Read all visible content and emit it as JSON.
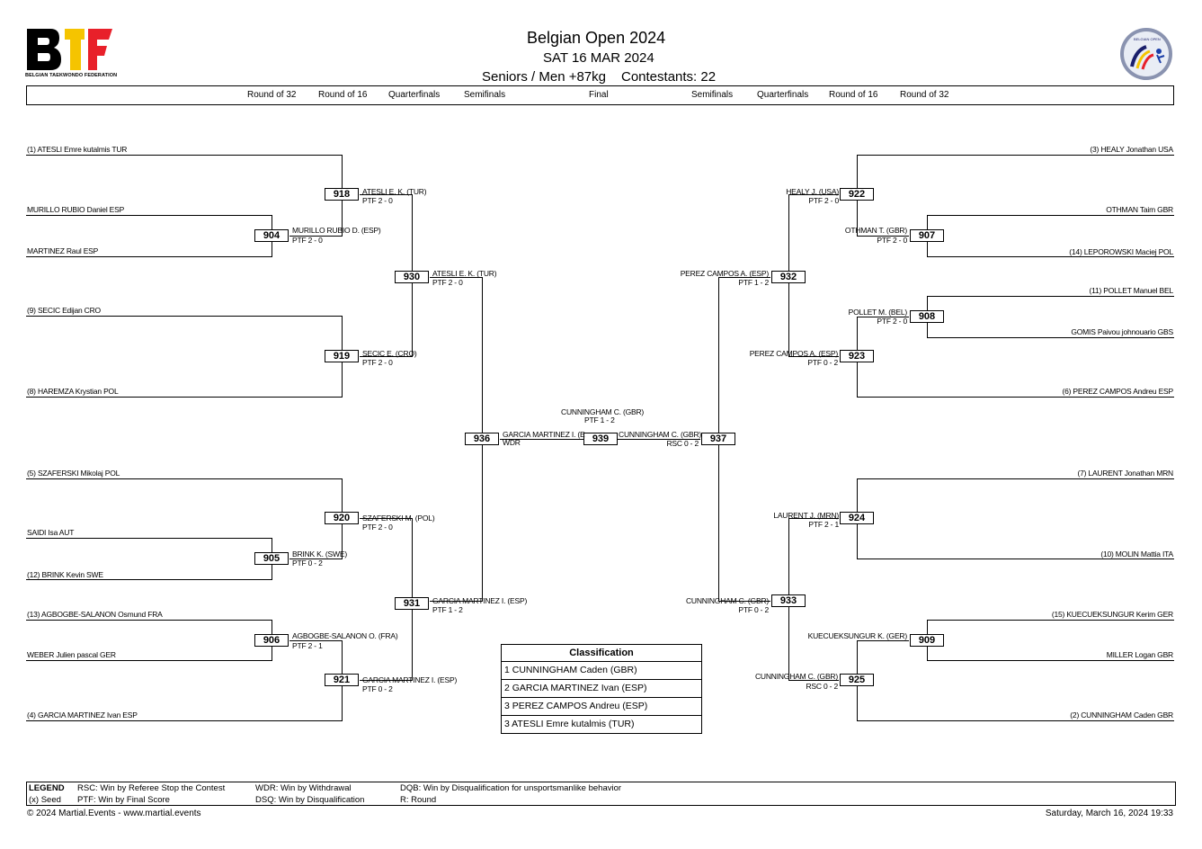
{
  "header": {
    "title": "Belgian Open 2024",
    "date": "SAT 16 MAR 2024",
    "category": "Seniors / Men +87kg",
    "contestants": "Contestants: 22",
    "logo_text": "BTF",
    "logo_caption": "BELGIAN TAEKWONDO FEDERATION",
    "badge_text": "BELGIAN OPEN"
  },
  "rounds": {
    "left": [
      "Round of 32",
      "Round of 16",
      "Quarterfinals",
      "Semifinals"
    ],
    "final": "Final",
    "right": [
      "Semifinals",
      "Quarterfinals",
      "Round of 16",
      "Round of 32"
    ]
  },
  "competitors_left": [
    "(1) ATESLI Emre kutalmis TUR",
    "MURILLO RUBIO Daniel ESP",
    "MARTINEZ Raul ESP",
    "(9) SECIC Edijan CRO",
    "(8) HAREMZA Krystian POL",
    "(5) SZAFERSKI Mikolaj POL",
    "SAIDI Isa AUT",
    "(12) BRINK Kevin SWE",
    "(13) AGBOGBE-SALANON Osmund FRA",
    "WEBER Julien pascal GER",
    "(4) GARCIA MARTINEZ Ivan ESP"
  ],
  "competitors_right": [
    "(3) HEALY Jonathan USA",
    "OTHMAN Taim GBR",
    "(14) LEPOROWSKI Maciej POL",
    "(11) POLLET Manuel BEL",
    "GOMIS Paivou johnouario GBS",
    "(6) PEREZ CAMPOS Andreu ESP",
    "(7) LAURENT Jonathan MRN",
    "(10) MOLIN Mattia ITA",
    "(15) KUECUEKSUNGUR Kerim GER",
    "MILLER Logan GBR",
    "(2) CUNNINGHAM Caden GBR"
  ],
  "matches": [
    {
      "id": "918",
      "winner": "ATESLI E. K. (TUR)",
      "result": "PTF 2 - 0"
    },
    {
      "id": "904",
      "winner": "MURILLO RUBIO D. (ESP)",
      "result": "PTF 2 - 0"
    },
    {
      "id": "930",
      "winner": "ATESLI E. K. (TUR)",
      "result": "PTF 2 - 0"
    },
    {
      "id": "919",
      "winner": "SECIC E. (CRO)",
      "result": "PTF 2 - 0"
    },
    {
      "id": "936",
      "winner": "GARCIA MARTINEZ I. (E",
      "result": "WDR"
    },
    {
      "id": "920",
      "winner": "SZAFERSKI M. (POL)",
      "result": "PTF 2 - 0"
    },
    {
      "id": "905",
      "winner": "BRINK K. (SWE)",
      "result": "PTF 0 - 2"
    },
    {
      "id": "931",
      "winner": "GARCIA MARTINEZ I. (ESP)",
      "result": "PTF 1 - 2"
    },
    {
      "id": "906",
      "winner": "AGBOGBE-SALANON O. (FRA)",
      "result": "PTF 2 - 1"
    },
    {
      "id": "921",
      "winner": "GARCIA MARTINEZ I. (ESP)",
      "result": "PTF 0 - 2"
    },
    {
      "id": "939",
      "winner": "CUNNINGHAM C. (GBR)",
      "result": "PTF 1 - 2"
    },
    {
      "id": "922",
      "winner": "HEALY J. (USA)",
      "result": "PTF 2 - 0"
    },
    {
      "id": "907",
      "winner": "OTHMAN T. (GBR)",
      "result": "PTF 2 - 0"
    },
    {
      "id": "932",
      "winner": "PEREZ CAMPOS A. (ESP)",
      "result": "PTF 1 - 2"
    },
    {
      "id": "908",
      "winner": "POLLET M. (BEL)",
      "result": "PTF 2 - 0"
    },
    {
      "id": "923",
      "winner": "PEREZ CAMPOS A. (ESP)",
      "result": "PTF 0 - 2"
    },
    {
      "id": "937",
      "winner": "CUNNINGHAM C. (GBR)",
      "result": "RSC 0 - 2"
    },
    {
      "id": "924",
      "winner": "LAURENT J. (MRN)",
      "result": "PTF 2 - 1"
    },
    {
      "id": "933",
      "winner": "CUNNINGHAM C. (GBR)",
      "result": "PTF 0 - 2"
    },
    {
      "id": "909",
      "winner": "KUECUEKSUNGUR K. (GER)",
      "result": ""
    },
    {
      "id": "925",
      "winner": "CUNNINGHAM C. (GBR)",
      "result": "RSC 0 - 2"
    }
  ],
  "classification": {
    "title": "Classification",
    "rows": [
      "1  CUNNINGHAM Caden (GBR)",
      "2  GARCIA MARTINEZ Ivan (ESP)",
      "3  PEREZ CAMPOS Andreu (ESP)",
      "3  ATESLI Emre kutalmis (TUR)"
    ]
  },
  "legend": {
    "title": "LEGEND",
    "seed": "(x) Seed",
    "rsc": "RSC: Win by Referee Stop the Contest",
    "ptf": "PTF: Win by Final Score",
    "wdr": "WDR: Win by Withdrawal",
    "dsq": "DSQ: Win by Disqualification",
    "dqb": "DQB: Win by Disqualification for unsportsmanlike behavior",
    "r": "R: Round"
  },
  "footer": {
    "copyright": "© 2024 Martial.Events - www.martial.events",
    "timestamp": "Saturday, March 16, 2024 19:33"
  }
}
